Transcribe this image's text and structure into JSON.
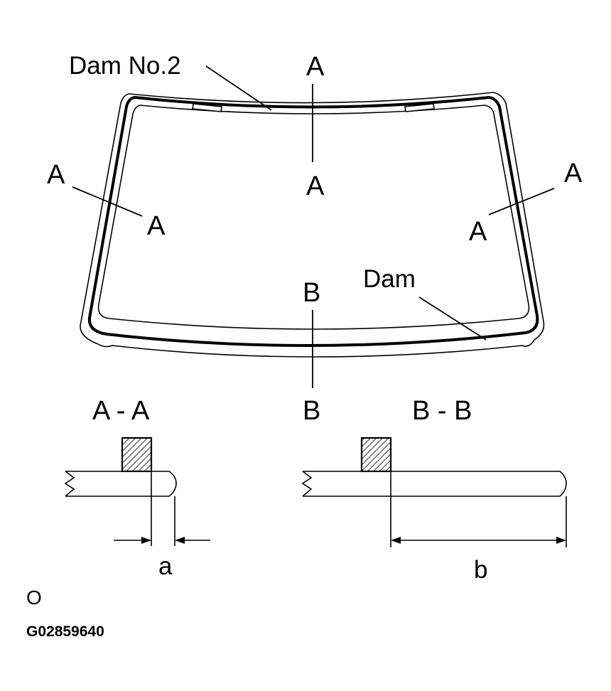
{
  "labels": {
    "dam_no2": "Dam No.2",
    "dam": "Dam",
    "cut_a": "A",
    "cut_b": "B",
    "section_aa": "A - A",
    "section_bb": "B - B",
    "dim_a": "a",
    "dim_b": "b",
    "corner_mark": "O",
    "figure_id": "G02859640"
  },
  "colors": {
    "ink": "#000000",
    "paper": "#ffffff"
  }
}
